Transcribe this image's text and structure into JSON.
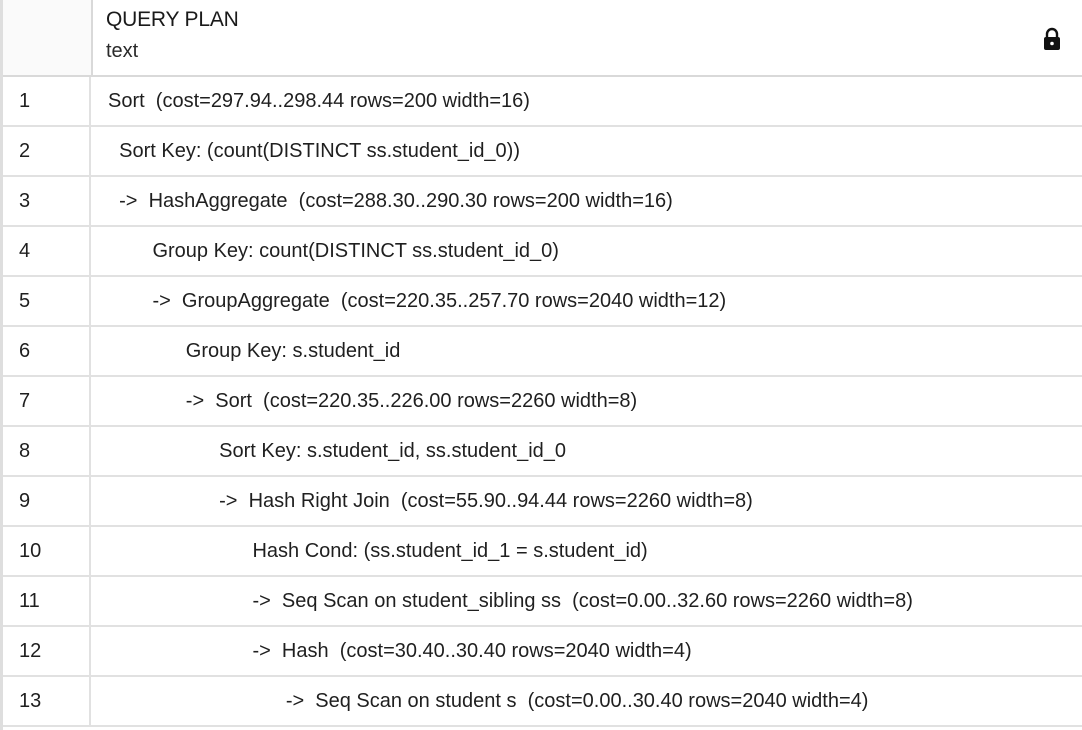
{
  "header": {
    "column_name": "QUERY PLAN",
    "column_type": "text",
    "lock_icon": "lock-icon"
  },
  "rows": [
    {
      "num": "1",
      "text": "Sort  (cost=297.94..298.44 rows=200 width=16)"
    },
    {
      "num": "2",
      "text": "  Sort Key: (count(DISTINCT ss.student_id_0))"
    },
    {
      "num": "3",
      "text": "  ->  HashAggregate  (cost=288.30..290.30 rows=200 width=16)"
    },
    {
      "num": "4",
      "text": "        Group Key: count(DISTINCT ss.student_id_0)"
    },
    {
      "num": "5",
      "text": "        ->  GroupAggregate  (cost=220.35..257.70 rows=2040 width=12)"
    },
    {
      "num": "6",
      "text": "              Group Key: s.student_id"
    },
    {
      "num": "7",
      "text": "              ->  Sort  (cost=220.35..226.00 rows=2260 width=8)"
    },
    {
      "num": "8",
      "text": "                    Sort Key: s.student_id, ss.student_id_0"
    },
    {
      "num": "9",
      "text": "                    ->  Hash Right Join  (cost=55.90..94.44 rows=2260 width=8)"
    },
    {
      "num": "10",
      "text": "                          Hash Cond: (ss.student_id_1 = s.student_id)"
    },
    {
      "num": "11",
      "text": "                          ->  Seq Scan on student_sibling ss  (cost=0.00..32.60 rows=2260 width=8)"
    },
    {
      "num": "12",
      "text": "                          ->  Hash  (cost=30.40..30.40 rows=2040 width=4)"
    },
    {
      "num": "13",
      "text": "                                ->  Seq Scan on student s  (cost=0.00..30.40 rows=2040 width=4)"
    }
  ]
}
